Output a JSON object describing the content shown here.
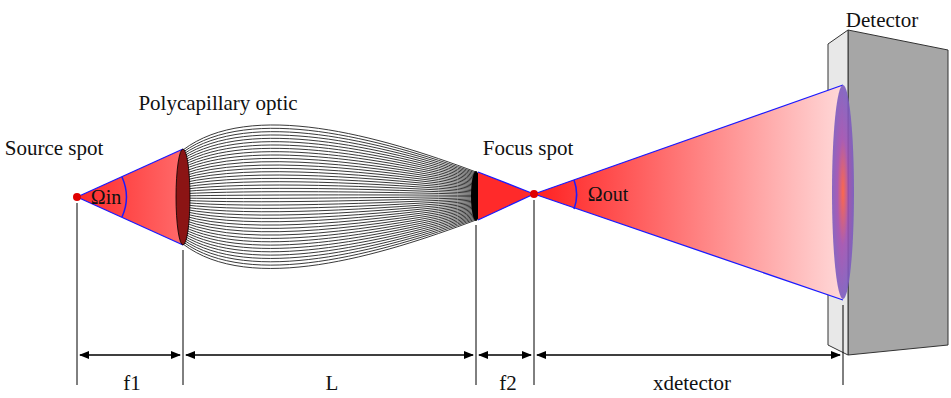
{
  "diagram": {
    "labels": [
      "Detector",
      "Polycapillary optic",
      "Source spot",
      "Focus spot",
      "Ωin",
      "Ωout",
      "f1",
      "L",
      "f2",
      "xdetector"
    ]
  }
}
